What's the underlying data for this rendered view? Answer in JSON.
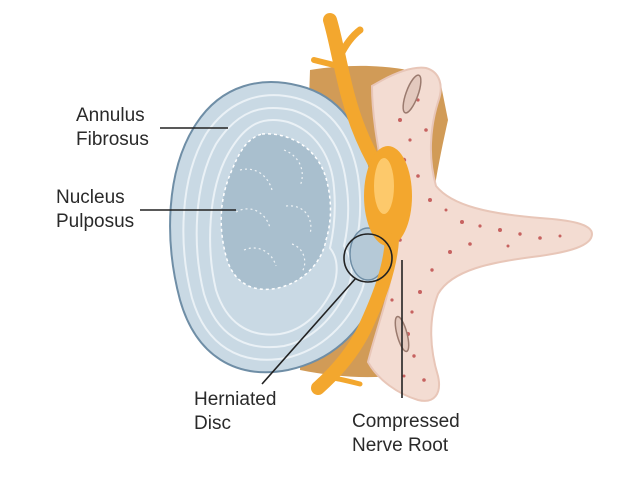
{
  "labels": {
    "annulus_fibrosus": [
      "Annulus",
      "Fibrosus"
    ],
    "nucleus_pulposus": [
      "Nucleus",
      "Pulposus"
    ],
    "herniated_disc": [
      "Herniated",
      "Disc"
    ],
    "compressed_nerve_root": [
      "Compressed",
      "Nerve Root"
    ]
  },
  "colors": {
    "annulus_fill": "#c9d9e4",
    "annulus_ring": "#eef4f8",
    "annulus_outline": "#6f8ea6",
    "nucleus_fill": "#a9bfce",
    "nucleus_outline": "#ffffff",
    "nerve": "#f3a72e",
    "nerve_light": "#ffd27a",
    "bone_fill": "#f3dcd2",
    "bone_dots": "#b83a3a",
    "bone_outline": "#e8c6b8",
    "ligament": "#c98a3a",
    "leader_line": "#222222"
  }
}
